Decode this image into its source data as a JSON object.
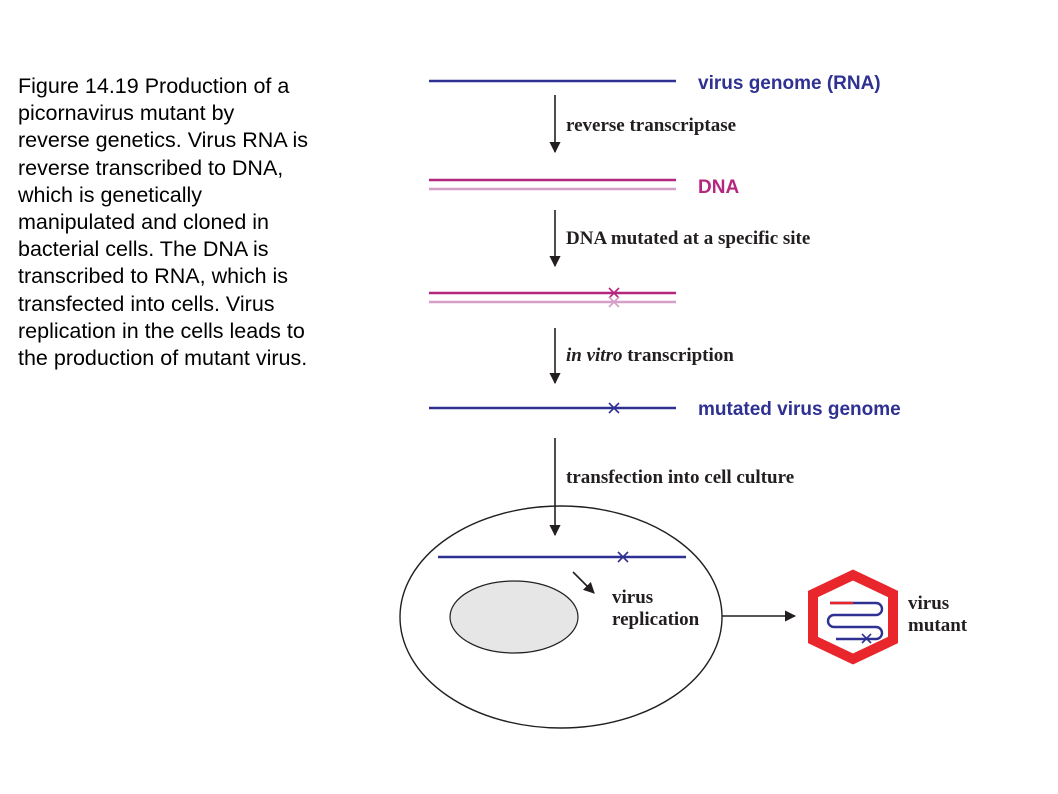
{
  "caption": "Figure 14.19 Production of a\npicornavirus mutant by\nreverse genetics. Virus RNA is\nreverse transcribed to DNA,\nwhich is genetically\nmanipulated and cloned in\nbacterial cells. The DNA is\ntranscribed to RNA, which is\ntransfected into cells. Virus\nreplication in the cells leads to\nthe production of mutant virus.",
  "labels": {
    "virus_genome_rna": "virus genome (RNA)",
    "dna": "DNA",
    "mutated_virus_genome": "mutated virus genome",
    "virus_mutant_line1": "virus",
    "virus_mutant_line2": "mutant"
  },
  "steps": {
    "reverse_transcriptase": "reverse transcriptase",
    "dna_mutated": "DNA mutated at a specific site",
    "in_vitro": "in vitro",
    "transcription": " transcription",
    "transfection": "transfection into cell culture",
    "virus_replication_line1": "virus",
    "virus_replication_line2": "replication"
  },
  "mutation_marker": "×",
  "colors": {
    "rna_blue": "#2e3192",
    "dna_magenta": "#b5277f",
    "dna_pink_light": "#d59fc8",
    "capsid_red": "#e8262b",
    "arrow": "#231f20"
  }
}
